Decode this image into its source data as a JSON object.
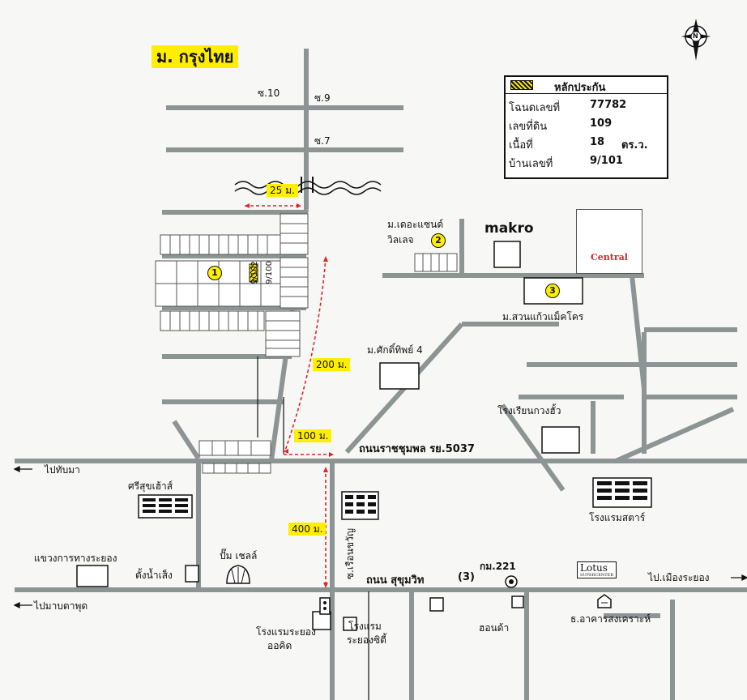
{
  "title": "ม. กรุงไทย",
  "legend": {
    "header": "หลักประกัน",
    "rows": [
      {
        "label": "โฉนดเลขที่",
        "value": "77782",
        "unit": ""
      },
      {
        "label": "เลขที่ดิน",
        "value": "109",
        "unit": ""
      },
      {
        "label": "เนื้อที่",
        "value": "18",
        "unit": "ตร.ว."
      },
      {
        "label": "บ้านเลขที่",
        "value": "9/101",
        "unit": ""
      }
    ]
  },
  "compass": "N",
  "roads": {
    "main": "ถนนราชชุมพล รย.5037",
    "sukhumvit": "ถนน สุขุมวิท",
    "sukhumvit_no": "(3)",
    "km": "กม.221",
    "soi_ruen": "ซ.เรือนขวัญ",
    "soi9": "ซ.9",
    "soi10": "ซ.10",
    "soi7": "ซ.7"
  },
  "distances": {
    "d25": "25 ม.",
    "d200": "200 ม.",
    "d100": "100 ม.",
    "d400": "400 ม."
  },
  "directions": {
    "to_thap_ma": "ไปทับมา",
    "to_map_ta_phut": "ไปมาบตาพุด",
    "to_mueang_rayong": "ไป.เมืองระยอง"
  },
  "places": {
    "the_sand": "ม.เดอะแซนด์",
    "village": "วิลเลจ",
    "makro": "makro",
    "central": "Central",
    "suan_kaeo": "ม.สวนแก้วแม็คโคร",
    "sak_thip": "ม.ศักดิ์ทิพย์ 4",
    "kuang_hua": "โรงเรียนกวงฮั้ว",
    "sri_suk": "ศรีสุขเฮ้าส์",
    "star_hotel": "โรงแรมสตาร์",
    "highway_office": "แขวงการทางระยอง",
    "tang_nam_seng": "ตั้งน้ำเส็ง",
    "shell": "ปั๊ม เชลล์",
    "lotus": "Lotus",
    "lotus_sub": "SUPERCENTER",
    "gh_bank": "ธ.อาคารสงเคราะห์",
    "hotel_orchid_1": "โรงแรมระยอง",
    "hotel_orchid_2": "ออคิด",
    "hotel_city_1": "โรงแรม",
    "hotel_city_2": "ระยองซิตี้",
    "hondaa": "ฮอนด้า"
  },
  "plots": {
    "p9102": "9/102",
    "p9100": "9/100"
  },
  "markers": {
    "m1": "1",
    "m2": "2",
    "m3": "3"
  }
}
